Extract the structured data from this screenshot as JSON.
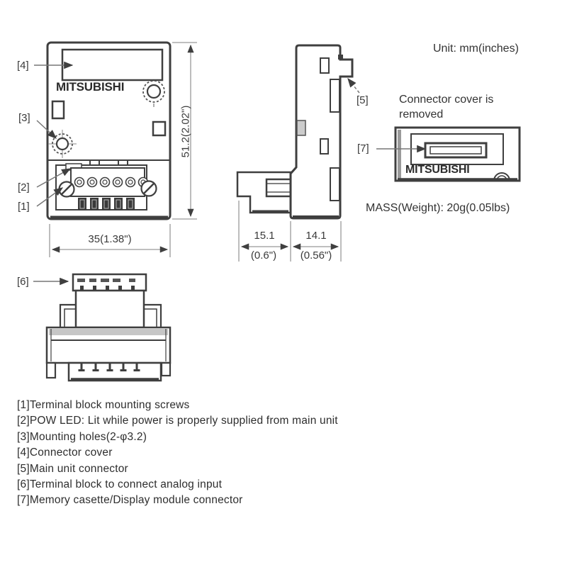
{
  "notes": {
    "unit": "Unit: mm(inches)",
    "connector_cover": "Connector cover is\nremoved",
    "mass": "MASS(Weight): 20g(0.05lbs)"
  },
  "brand": {
    "front": "MITSUBISHI",
    "detail": "MITSUBISHI"
  },
  "front_view": {
    "label_1": "[1]",
    "label_2": "[2]",
    "label_3": "[3]",
    "label_4": "[4]",
    "dim_height": "51.2(2.02\")",
    "dim_width": "35(1.38\")"
  },
  "side_view": {
    "label_5": "[5]",
    "dim_terminal_mm": "15.1",
    "dim_terminal_in": "(0.6\")",
    "dim_body_mm": "14.1",
    "dim_body_in": "(0.56\")"
  },
  "detail_view": {
    "label_7": "[7]"
  },
  "bottom_view": {
    "label_6": "[6]"
  },
  "colors": {
    "line": "#3f3f3f",
    "dim_line": "#999999",
    "leader": "#777777",
    "shade": "#c6c6c6"
  },
  "legend": [
    "[1]Terminal block mounting screws",
    "[2]POW LED: Lit while power is properly supplied from main unit",
    "[3]Mounting holes(2-φ3.2)",
    "[4]Connector cover",
    "[5]Main unit connector",
    "[6]Terminal block to connect analog input",
    "[7]Memory casette/Display module connector"
  ]
}
